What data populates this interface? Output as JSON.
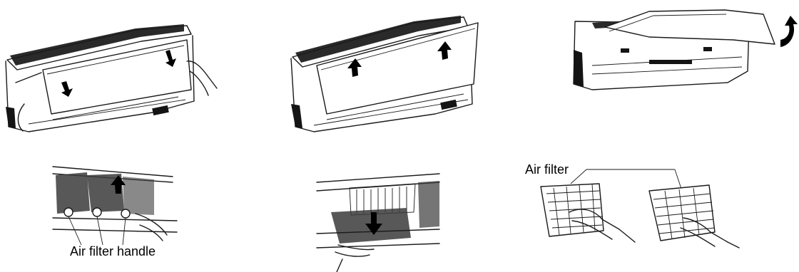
{
  "labels": {
    "air_filter_handle": "Air filter handle",
    "air_filter": "Air filter"
  },
  "colors": {
    "ink": "#1a1a1a",
    "background": "#ffffff"
  },
  "steps": [
    {
      "name": "press-panel-down",
      "arrow": "down"
    },
    {
      "name": "lift-panel-up",
      "arrow": "up"
    },
    {
      "name": "panel-opened",
      "arrow": "curved-up"
    },
    {
      "name": "pull-filter-up",
      "arrow": "up"
    },
    {
      "name": "pull-filter-down",
      "arrow": "down"
    },
    {
      "name": "clean-filters",
      "arrow": "none"
    }
  ]
}
